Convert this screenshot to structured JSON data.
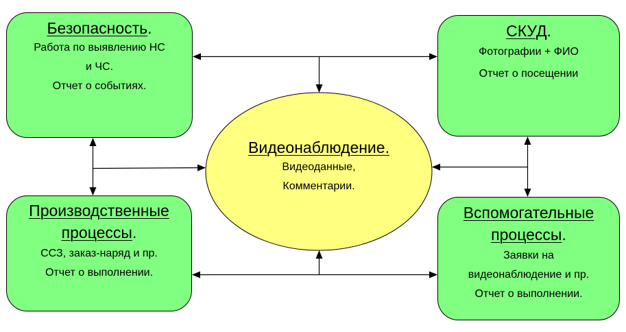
{
  "colors": {
    "box_fill": "#80FF80",
    "ellipse_fill": "#FFFF80",
    "stroke": "#000000"
  },
  "nodes": {
    "security": {
      "title": "Безопасность",
      "suffix": ".",
      "lines": [
        "Работа по выявлению НС",
        "и ЧС.",
        "Отчет о событиях."
      ]
    },
    "skud": {
      "title": "СКУД",
      "suffix": ".",
      "lines": [
        "Фотографии + ФИО",
        "Отчет о посещении"
      ]
    },
    "video": {
      "title": "Видеонаблюдение.",
      "lines": [
        "Видеоданные,",
        "Комментарии."
      ]
    },
    "production": {
      "title1": "Производственные",
      "title2": "процессы",
      "suffix": ".",
      "lines": [
        "ССЗ, заказ-наряд и пр.",
        "Отчет о выполнении."
      ]
    },
    "auxiliary": {
      "title1": "Вспомогательные",
      "title2": "процессы",
      "suffix": ".",
      "lines": [
        "Заявки на",
        "видеонаблюдение и пр.",
        "Отчет о выполнении."
      ]
    }
  }
}
